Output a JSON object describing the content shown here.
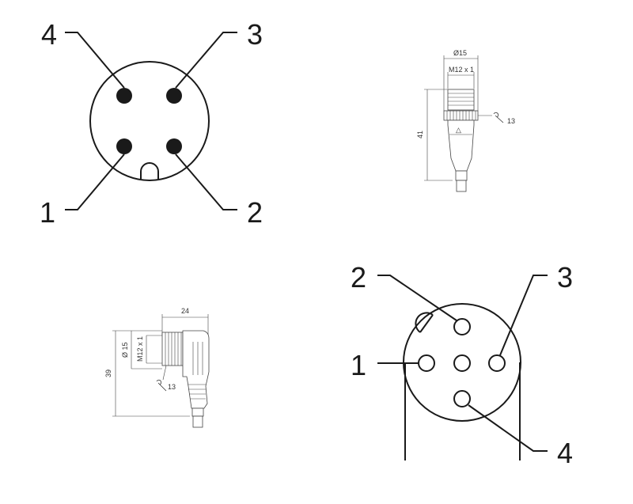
{
  "colors": {
    "ink": "#1a1a1a",
    "paper": "#ffffff",
    "dim": "#333333"
  },
  "male_4pin": {
    "labels": {
      "pin4": "4",
      "pin3": "3",
      "pin1": "1",
      "pin2": "2"
    }
  },
  "straight_connector": {
    "diameter": "Ø15",
    "thread": "M12 x 1",
    "length": "41",
    "wrench": "13",
    "wrench_icon": "wrench-icon",
    "mark": "△"
  },
  "angled_connector": {
    "width": "24",
    "diameter": "Ø 15",
    "thread": "M12 x 1",
    "length": "39",
    "wrench": "13",
    "wrench_icon": "wrench-icon"
  },
  "female_5pin": {
    "labels": {
      "pin2": "2",
      "pin3": "3",
      "pin1": "1",
      "pin4": "4"
    }
  }
}
